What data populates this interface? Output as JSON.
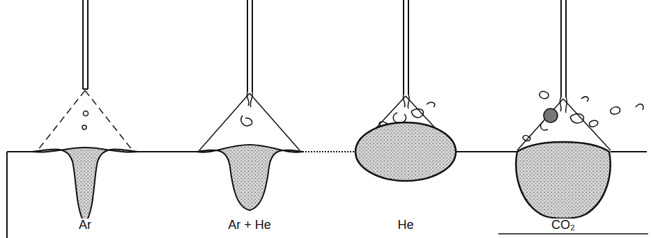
{
  "diagram": {
    "labels": [
      "Ar",
      "Ar + He",
      "He",
      "CO₂"
    ]
  }
}
